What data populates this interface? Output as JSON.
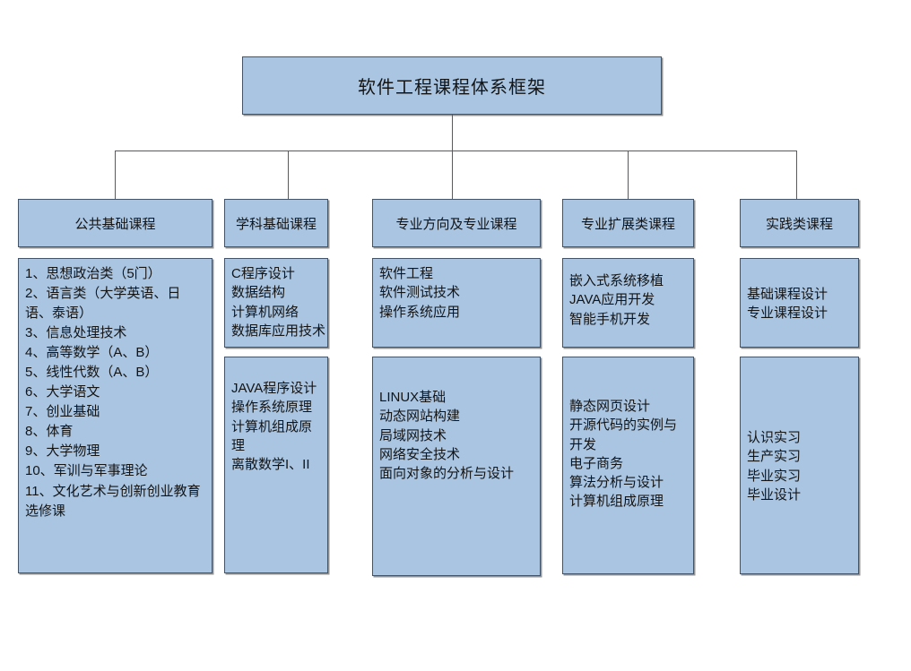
{
  "diagram": {
    "title": "软件工程课程体系框架",
    "accent_fill": "#a9c5e2",
    "border_color": "#41546b",
    "connector_color": "#59595c",
    "columns": [
      {
        "id": "public-basic",
        "header": "公共基础课程",
        "boxes": [
          {
            "id": "public-basic-courses",
            "text": "1、思想政治类（5门）\n2、语言类（大学英语、日语、泰语）\n3、信息处理技术\n4、高等数学（A、B）\n5、线性代数（A、B）\n6、大学语文\n7、创业基础\n8、体育\n9、大学物理\n10、军训与军事理论\n11、文化艺术与创新创业教育选修课"
          }
        ]
      },
      {
        "id": "discipline-basic",
        "header": "学科基础课程",
        "boxes": [
          {
            "id": "discipline-basic-core",
            "text": "C程序设计\n数据结构\n计算机网络\n数据库应用技术"
          },
          {
            "id": "discipline-basic-advanced",
            "text": "JAVA程序设计\n操作系统原理\n计算机组成原理\n离散数学I、II"
          }
        ]
      },
      {
        "id": "major-direction",
        "header": "专业方向及专业课程",
        "boxes": [
          {
            "id": "major-direction-core",
            "text": "软件工程\n软件测试技术\n操作系统应用"
          },
          {
            "id": "major-direction-electives",
            "text": "LINUX基础\n动态网站构建\n局域网技术\n网络安全技术\n面向对象的分析与设计"
          }
        ]
      },
      {
        "id": "major-extension",
        "header": "专业扩展类课程",
        "boxes": [
          {
            "id": "major-extension-core",
            "text": "嵌入式系统移植\nJAVA应用开发\n智能手机开发"
          },
          {
            "id": "major-extension-electives",
            "text": "静态网页设计\n开源代码的实例与开发\n电子商务\n算法分析与设计\n计算机组成原理"
          }
        ]
      },
      {
        "id": "practice",
        "header": "实践类课程",
        "boxes": [
          {
            "id": "practice-design",
            "text": "基础课程设计\n专业课程设计"
          },
          {
            "id": "practice-internship",
            "text": "认识实习\n生产实习\n毕业实习\n毕业设计"
          }
        ]
      }
    ]
  }
}
